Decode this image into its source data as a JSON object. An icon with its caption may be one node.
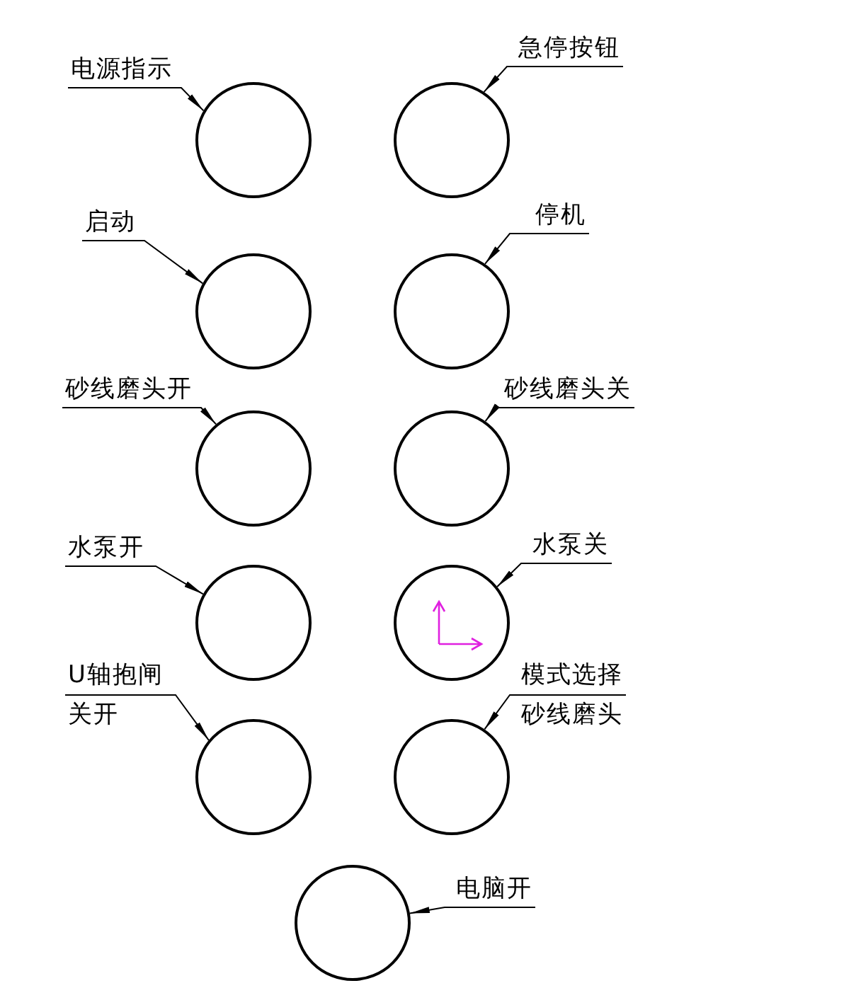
{
  "diagram": {
    "nodes": [
      {
        "text": [
          "电源指示"
        ]
      },
      {
        "text": [],
        "shape": "circle"
      },
      {
        "text": [
          "急停按钮"
        ]
      },
      {
        "text": [],
        "shape": "circle"
      },
      {
        "text": [
          "启动"
        ]
      },
      {
        "text": [],
        "shape": "circle"
      },
      {
        "text": [
          "停机"
        ]
      },
      {
        "text": [],
        "shape": "circle"
      },
      {
        "text": [
          "砂线磨头开"
        ]
      },
      {
        "text": [],
        "shape": "circle"
      },
      {
        "text": [
          "砂线磨头关"
        ]
      },
      {
        "text": [],
        "shape": "circle"
      },
      {
        "text": [
          "水泵开"
        ]
      },
      {
        "text": [],
        "shape": "circle"
      },
      {
        "text": [
          "水泵关"
        ]
      },
      {
        "text": [],
        "shape": "circle"
      },
      {
        "text": [
          "U轴抱闸关开"
        ]
      },
      {
        "text": [],
        "shape": "circle"
      },
      {
        "text": [
          "模式选择砂线磨头"
        ]
      },
      {
        "text": [],
        "shape": "circle"
      },
      {
        "text": [
          "电脑开"
        ]
      },
      {
        "text": [],
        "shape": "circle"
      }
    ],
    "edges": [
      {
        "from": 0,
        "to": 1,
        "arrow": "to"
      },
      {
        "from": 2,
        "to": 3,
        "arrow": "to"
      },
      {
        "from": 4,
        "to": 5,
        "arrow": "to"
      },
      {
        "from": 6,
        "to": 7,
        "arrow": "to"
      },
      {
        "from": 8,
        "to": 9,
        "arrow": "to"
      },
      {
        "from": 10,
        "to": 11,
        "arrow": "to"
      },
      {
        "from": 12,
        "to": 13,
        "arrow": "to"
      },
      {
        "from": 14,
        "to": 15,
        "arrow": "to"
      },
      {
        "from": 16,
        "to": 17,
        "arrow": "to"
      },
      {
        "from": 18,
        "to": 19,
        "arrow": "to"
      },
      {
        "from": 20,
        "to": 21,
        "arrow": "to"
      }
    ]
  }
}
